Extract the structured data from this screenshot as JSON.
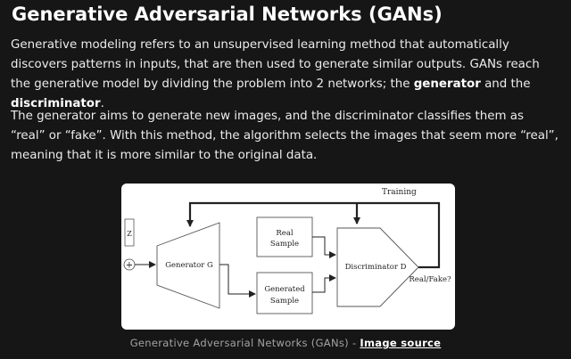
{
  "title": "Generative Adversarial Networks (GANs)",
  "paragraph1": {
    "text_a": "Generative modeling refers to an unsupervised learning method that automatically discovers patterns in inputs, that are then used to generate similar outputs. GANs reach the generative model by dividing the problem into 2 networks; the ",
    "bold_generator": "generator",
    "text_b": " and the ",
    "bold_discriminator": "discriminator",
    "text_c": "."
  },
  "paragraph2": {
    "text": "The generator aims to generate new images, and the discriminator classifies them as “real” or “fake”. With this method, the algorithm selects the images that seem more “real”, meaning that it is more similar to the original data."
  },
  "diagram": {
    "training_label": "Training",
    "noise_label": "Z",
    "plus_label": "+",
    "generator_label": "Generator G",
    "real_sample_line1": "Real",
    "real_sample_line2": "Sample",
    "generated_sample_line1": "Generated",
    "generated_sample_line2": "Sample",
    "discriminator_label": "Discriminator D",
    "output_label": "Real/Fake?"
  },
  "caption": {
    "text": "Generative Adversarial Networks (GANs)",
    "separator": "-",
    "link_label": "Image source"
  }
}
